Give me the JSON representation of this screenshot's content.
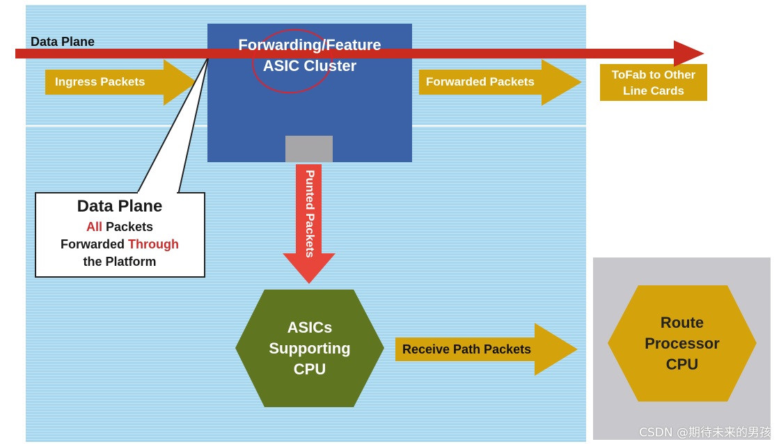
{
  "labels": {
    "data_plane_top": "Data Plane",
    "ingress": "Ingress Packets",
    "cluster_line1": "Forwarding/Feature",
    "cluster_line2": "ASIC Cluster",
    "forwarded": "Forwarded Packets",
    "tofab_line1": "ToFab to Other",
    "tofab_line2": "Line Cards",
    "punted": "Punted Packets",
    "receive_path": "Receive Path Packets"
  },
  "callout": {
    "title": "Data Plane",
    "line1_red": "All",
    "line1_rest": " Packets",
    "line2_start": "Forwarded ",
    "line2_red": "Through",
    "line3": "the Platform"
  },
  "asics_hex": {
    "line1": "ASICs",
    "line2": "Supporting",
    "line3": "CPU"
  },
  "rp_hex": {
    "line1": "Route",
    "line2": "Processor",
    "line3": "CPU"
  },
  "watermark": "CSDN @期待未来的男孩",
  "colors": {
    "panel_blue": "#a7d7ee",
    "cluster_blue": "#3b62a7",
    "gold": "#d4a20a",
    "red_arrow": "#c92b1f",
    "punt_red": "#e8463a",
    "olive": "#5f7520",
    "gray_panel": "#c8c8cc"
  }
}
